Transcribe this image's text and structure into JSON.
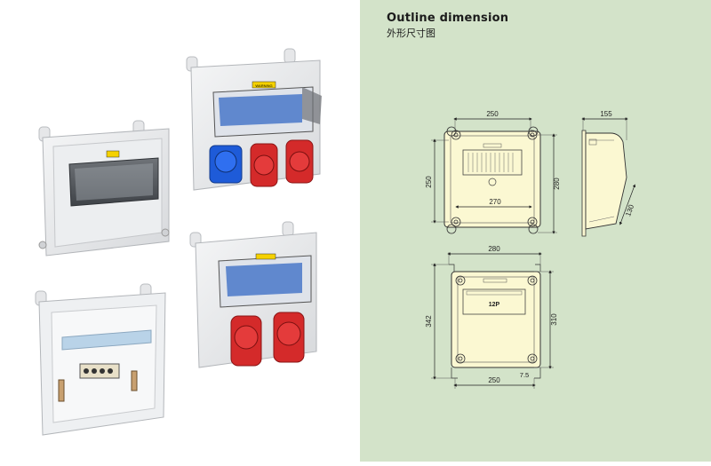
{
  "header": {
    "title": "Outline dimension",
    "subtitle": "外形尺寸图"
  },
  "products": {
    "label_warning": "WARNING"
  },
  "drawing1": {
    "top_width": "250",
    "side_height": "250",
    "inner_width": "270",
    "outer_height": "280",
    "depth": "155",
    "slope": "130"
  },
  "drawing2": {
    "top_width": "280",
    "outer_height": "342",
    "inner_height": "310",
    "bottom_width": "250",
    "mount_offset": "7.5",
    "module_label": "12P"
  },
  "colors": {
    "panel_bg": "#d3e3c9",
    "box_fill": "#fbf8d2",
    "plug_red": "#d42a2a",
    "plug_blue": "#1e5bd8"
  }
}
